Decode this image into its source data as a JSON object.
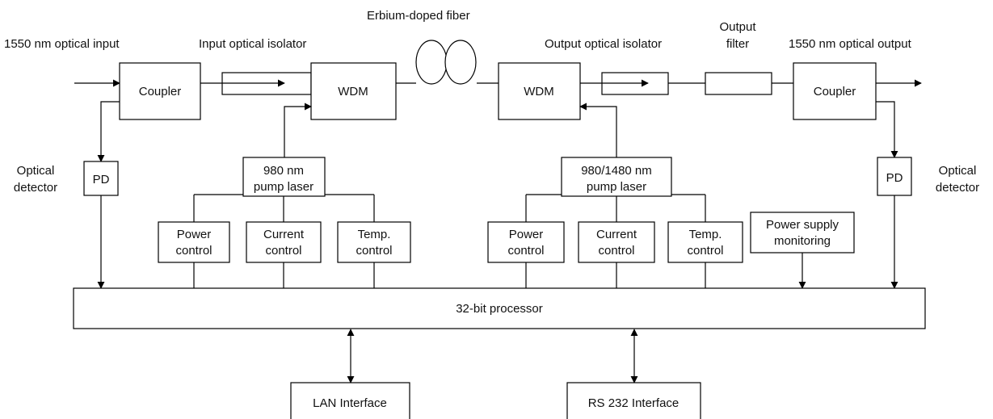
{
  "labels": {
    "input": "1550 nm optical input",
    "input_isolator": "Input optical isolator",
    "erbium_fiber": "Erbium-doped fiber",
    "output_isolator": "Output optical isolator",
    "output_filter_1": "Output",
    "output_filter_2": "filter",
    "output": "1550 nm optical output",
    "coupler_left": "Coupler",
    "coupler_right": "Coupler",
    "wdm_left": "WDM",
    "wdm_right": "WDM",
    "optical_detector_left_1": "Optical",
    "optical_detector_left_2": "detector",
    "optical_detector_right_1": "Optical",
    "optical_detector_right_2": "detector",
    "pd_left": "PD",
    "pd_right": "PD",
    "pump_left_1": "980 nm",
    "pump_left_2": "pump laser",
    "pump_right_1": "980/1480 nm",
    "pump_right_2": "pump laser",
    "power_control_1": "Power",
    "power_control_2": "control",
    "current_control_1": "Current",
    "current_control_2": "control",
    "temp_control_1": "Temp.",
    "temp_control_2": "control",
    "power_supply_1": "Power supply",
    "power_supply_2": "monitoring",
    "processor": "32-bit processor",
    "lan": "LAN Interface",
    "rs232": "RS 232 Interface"
  }
}
